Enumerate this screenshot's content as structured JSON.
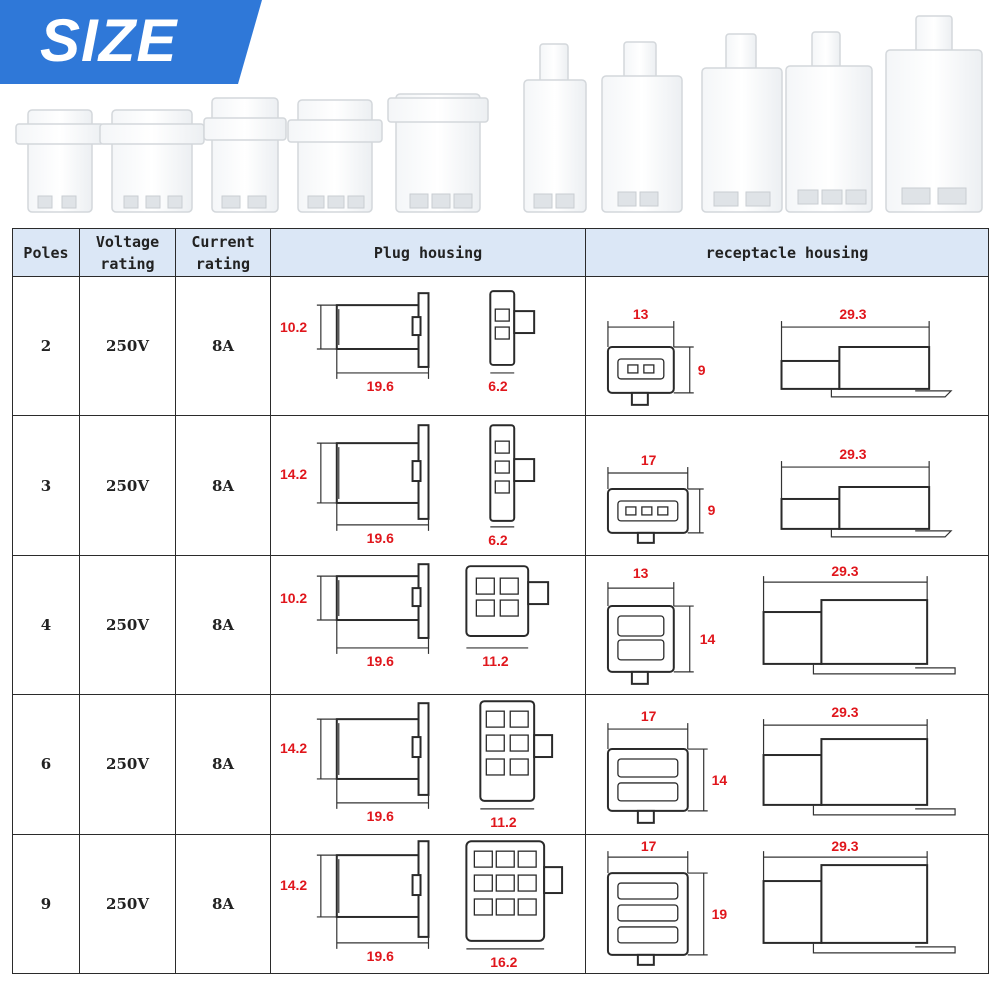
{
  "banner": {
    "title": "SIZE",
    "accent": "#2f78d8"
  },
  "table": {
    "headers": {
      "poles": "Poles",
      "voltage": "Voltage rating",
      "current": "Current rating",
      "plug": "Plug housing",
      "receptacle": "receptacle housing"
    },
    "rows": [
      {
        "poles": "2",
        "voltage": "250V",
        "current": "8A",
        "plug": {
          "height": "10.2",
          "length": "19.6",
          "front_width": "6.2"
        },
        "receptacle": {
          "width": "13",
          "height": "9",
          "length": "29.3"
        }
      },
      {
        "poles": "3",
        "voltage": "250V",
        "current": "8A",
        "plug": {
          "height": "14.2",
          "length": "19.6",
          "front_width": "6.2"
        },
        "receptacle": {
          "width": "17",
          "height": "9",
          "length": "29.3"
        }
      },
      {
        "poles": "4",
        "voltage": "250V",
        "current": "8A",
        "plug": {
          "height": "10.2",
          "length": "19.6",
          "front_width": "11.2"
        },
        "receptacle": {
          "width": "13",
          "height": "14",
          "length": "29.3"
        }
      },
      {
        "poles": "6",
        "voltage": "250V",
        "current": "8A",
        "plug": {
          "height": "14.2",
          "length": "19.6",
          "front_width": "11.2"
        },
        "receptacle": {
          "width": "17",
          "height": "14",
          "length": "29.3"
        }
      },
      {
        "poles": "9",
        "voltage": "250V",
        "current": "8A",
        "plug": {
          "height": "14.2",
          "length": "19.6",
          "front_width": "16.2"
        },
        "receptacle": {
          "width": "17",
          "height": "19",
          "length": "29.3"
        }
      }
    ]
  },
  "dimension_color": "#e0161c",
  "header_color": "#dbe7f6"
}
